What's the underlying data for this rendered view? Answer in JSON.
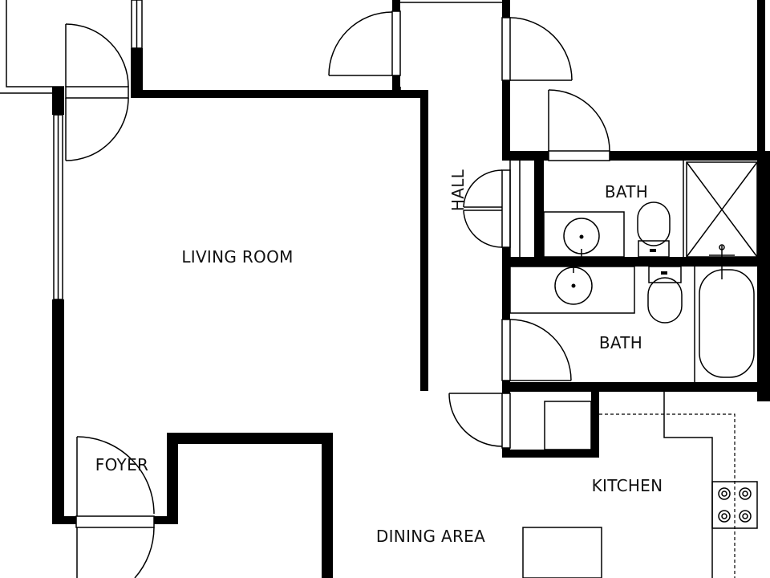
{
  "rooms": {
    "living_room": "LIVING ROOM",
    "hall": "HALL",
    "bath_upper": "BATH",
    "bath_lower": "BATH",
    "foyer": "FOYER",
    "kitchen": "KITCHEN",
    "dining_area": "DINING AREA"
  },
  "colors": {
    "wall": "#000000",
    "background": "#ffffff",
    "label": "#111111"
  }
}
